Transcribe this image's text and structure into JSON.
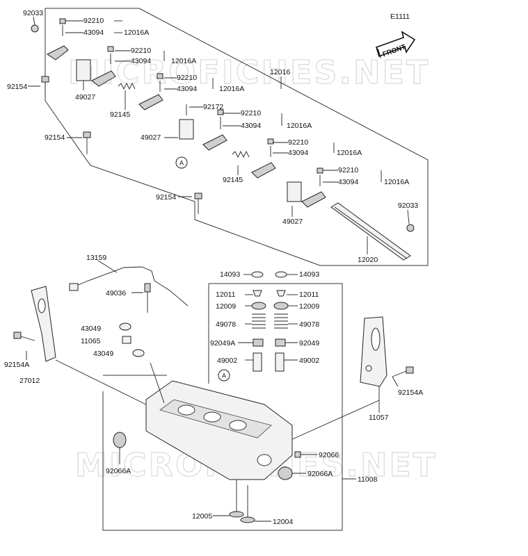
{
  "diagram_code": "E1111",
  "front_label": "FRONT",
  "watermark": "MICROFICHES.NET",
  "ref_marker": "A",
  "labels": {
    "p92033_top": "92033",
    "p92210_1": "92210",
    "p43094_1": "43094",
    "p12016A_1": "12016A",
    "p92210_2": "92210",
    "p43094_2": "43094",
    "p12016A_2": "12016A",
    "p92210_3": "92210",
    "p43094_3": "43094",
    "p12016A_3": "12016A",
    "p12016": "12016",
    "p92154_1": "92154",
    "p49027_1": "49027",
    "p92145_1": "92145",
    "p92172": "92172",
    "p92210_4": "92210",
    "p43094_4": "43094",
    "p12016A_4": "12016A",
    "p92154_2": "92154",
    "p49027_2": "49027",
    "p92210_5": "92210",
    "p43094_5": "43094",
    "p12016A_5": "12016A",
    "p92145_2": "92145",
    "p92210_6": "92210",
    "p43094_6": "43094",
    "p12016A_6": "12016A",
    "p92154_3": "92154",
    "p92033_right": "92033",
    "p49027_3": "49027",
    "p12020": "12020",
    "p13159": "13159",
    "p14093_l": "14093",
    "p14093_r": "14093",
    "p49036": "49036",
    "p12011_l": "12011",
    "p12011_r": "12011",
    "p12009_l": "12009",
    "p12009_r": "12009",
    "p43049_1": "43049",
    "p11065": "11065",
    "p43049_2": "43049",
    "p49078_l": "49078",
    "p49078_r": "49078",
    "p92049A": "92049A",
    "p92049": "92049",
    "p49002_l": "49002",
    "p49002_r": "49002",
    "p92154A_l": "92154A",
    "p27012": "27012",
    "p92154A_r": "92154A",
    "p11057": "11057",
    "p92066": "92066",
    "p92066A_r": "92066A",
    "p11008": "11008",
    "p92066A_l": "92066A",
    "p12005": "12005",
    "p12004": "12004"
  }
}
